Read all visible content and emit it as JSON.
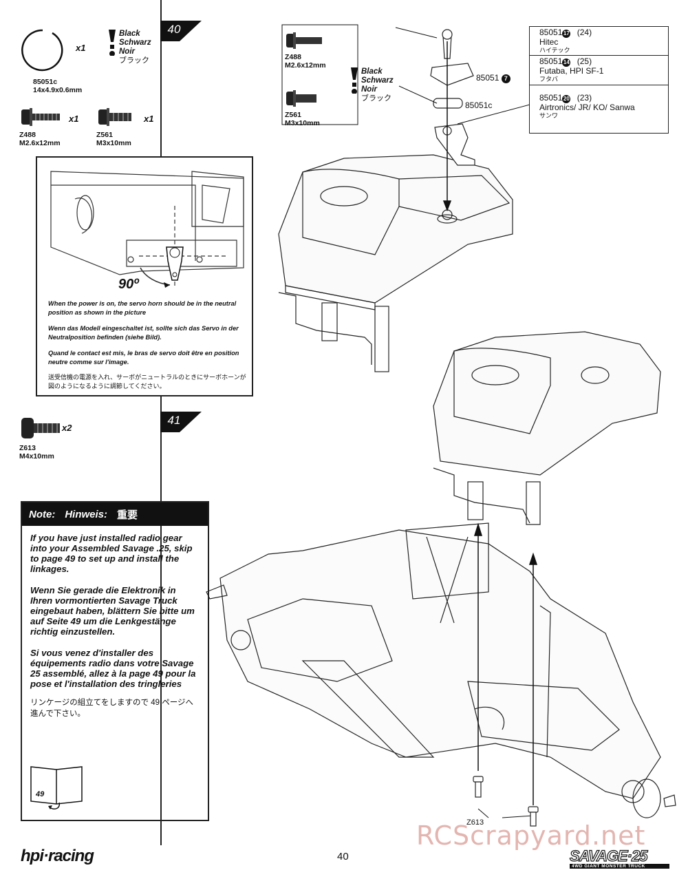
{
  "page_number": "40",
  "brand_logo": "hpi·racing",
  "product_logo": {
    "name": "SAVAGE·25",
    "tagline": "4WD GIANT MONSTER TRUCK"
  },
  "watermark": "RCScrapyard.net",
  "steps": [
    {
      "number": "40",
      "parts": [
        {
          "code": "85051c",
          "size": "14x4.9x0.6mm",
          "qty": "x1",
          "icon": "circlip-ring-icon"
        },
        {
          "code": "Z488",
          "size": "M2.6x12mm",
          "qty": "x1",
          "icon": "flange-screw-icon"
        },
        {
          "code": "Z561",
          "size": "M3x10mm",
          "qty": "x1",
          "icon": "flange-screw-icon"
        }
      ],
      "color_warning": {
        "lines": [
          "Black",
          "Schwarz",
          "Noir"
        ],
        "jp": "ブラック"
      }
    },
    {
      "number": "41",
      "parts": [
        {
          "code": "Z613",
          "size": "M4x10mm",
          "qty": "x2",
          "icon": "cap-screw-icon"
        }
      ]
    }
  ],
  "inset": {
    "angle": "90º",
    "en": "When the power is on, the servo horn should be in the neutral position as shown in the picture",
    "de": "Wenn das Modell eingeschaltet ist, sollte sich das Servo in der Neutralposition befinden (siehe Bild).",
    "fr": "Quand le contact est mis, le bras de servo doit être en position neutre comme sur l'image.",
    "jp": "送受信機の電源を入れ、サーボがニュートラルのときにサーボホーンが図のようになるように調節してください。"
  },
  "detail_parts": {
    "z488": {
      "code": "Z488",
      "size": "M2.6x12mm"
    },
    "z561": {
      "code": "Z561",
      "size": "M3x10mm"
    },
    "warning": {
      "lines": [
        "Black",
        "Schwarz",
        "Noir"
      ],
      "jp": "ブラック"
    },
    "callout_85051": "85051",
    "callout_85051_num": "7",
    "callout_85051c": "85051c",
    "callout_z613": "Z613"
  },
  "servo_horns": [
    {
      "code": "85051",
      "num": "17",
      "page": "(24)",
      "brand": "Hitec",
      "jp": "ハイテック"
    },
    {
      "code": "85051",
      "num": "14",
      "page": "(25)",
      "brand": "Futaba, HPI SF-1",
      "jp": "フタバ"
    },
    {
      "code": "85051",
      "num": "20",
      "page": "(23)",
      "brand": "Airtronics/ JR/ KO/ Sanwa",
      "jp": "サンワ"
    }
  ],
  "note": {
    "labels": [
      "Note:",
      "Hinweis:",
      "重要"
    ],
    "en": "If you have just installed radio gear into your Assembled Savage .25, skip to page 49 to set up and install the linkages.",
    "de": "Wenn Sie gerade die Elektronik in Ihren vormontierten Savage Truck eingebaut haben, blättern Sie bitte um auf Seite 49 um die Lenkgestänge richtig einzustellen.",
    "fr": "Si vous venez d'installer des équipements radio dans votre Savage 25 assemblé, allez à la page 49 pour la pose et l'installation des tringleries",
    "jp": "リンケージの組立てをしますので 49 ページへ進んで下さい。",
    "book_page": "49"
  }
}
